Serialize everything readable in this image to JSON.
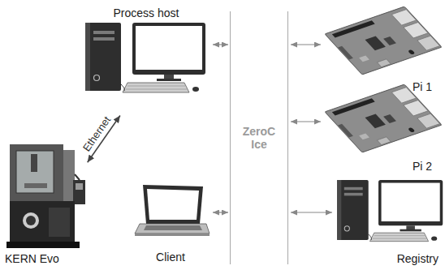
{
  "diagram": {
    "nodes": [
      {
        "text": [
          "Process host"
        ]
      },
      {
        "text": [
          "ZeroC Ice"
        ]
      },
      {
        "text": [
          "Pi 1"
        ]
      },
      {
        "text": [
          "Pi 2"
        ]
      },
      {
        "text": [
          "KERN Evo"
        ]
      },
      {
        "text": [
          "Client"
        ]
      },
      {
        "text": [
          "Registry"
        ]
      }
    ],
    "edges": [
      {
        "from": 0,
        "to": 4,
        "label": "Ethernet",
        "arrow": "both"
      },
      {
        "from": 0,
        "to": 1,
        "arrow": "both"
      },
      {
        "from": 5,
        "to": 1,
        "arrow": "both"
      },
      {
        "from": 1,
        "to": 2,
        "arrow": "both"
      },
      {
        "from": 1,
        "to": 3,
        "arrow": "both"
      },
      {
        "from": 1,
        "to": 6,
        "arrow": "both"
      }
    ]
  }
}
